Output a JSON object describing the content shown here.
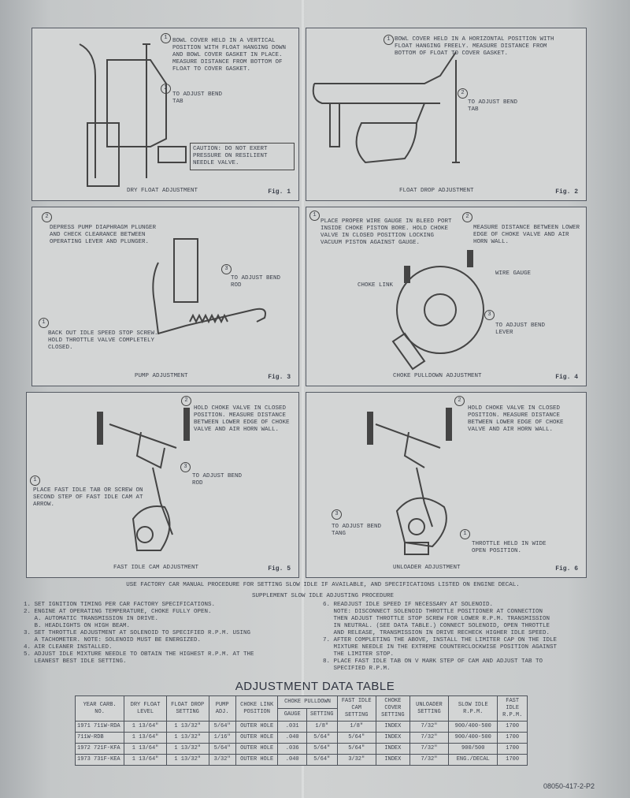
{
  "figures": [
    {
      "fig": "Fig. 1",
      "caption": "DRY FLOAT ADJUSTMENT",
      "notes": [
        {
          "n": "1",
          "text": "BOWL COVER HELD IN A VERTICAL POSITION WITH FLOAT HANGING DOWN AND BOWL COVER GASKET IN PLACE. MEASURE DISTANCE FROM BOTTOM OF FLOAT TO COVER GASKET."
        },
        {
          "n": "2",
          "text": "TO ADJUST BEND TAB"
        }
      ],
      "caution": "CAUTION: DO NOT EXERT PRESSURE ON RESILIENT NEEDLE VALVE."
    },
    {
      "fig": "Fig. 2",
      "caption": "FLOAT DROP ADJUSTMENT",
      "notes": [
        {
          "n": "1",
          "text": "BOWL COVER HELD IN A HORIZONTAL POSITION WITH FLOAT HANGING FREELY. MEASURE DISTANCE FROM BOTTOM OF FLOAT TO COVER GASKET."
        },
        {
          "n": "2",
          "text": "TO ADJUST BEND TAB"
        }
      ]
    },
    {
      "fig": "Fig. 3",
      "caption": "PUMP ADJUSTMENT",
      "notes": [
        {
          "n": "2",
          "text": "DEPRESS PUMP DIAPHRAGM PLUNGER AND CHECK CLEARANCE BETWEEN OPERATING LEVER AND PLUNGER."
        },
        {
          "n": "3",
          "text": "TO ADJUST BEND ROD"
        },
        {
          "n": "1",
          "text": "BACK OUT IDLE SPEED STOP SCREW. HOLD THROTTLE VALVE COMPLETELY CLOSED."
        }
      ]
    },
    {
      "fig": "Fig. 4",
      "caption": "CHOKE PULLDOWN ADJUSTMENT",
      "notes": [
        {
          "n": "1",
          "text": "PLACE PROPER WIRE GAUGE IN BLEED PORT INSIDE CHOKE PISTON BORE. HOLD CHOKE VALVE IN CLOSED POSITION LOCKING VACUUM PISTON AGAINST GAUGE."
        },
        {
          "n": "2",
          "text": "MEASURE DISTANCE BETWEEN LOWER EDGE OF CHOKE VALVE AND AIR HORN WALL."
        },
        {
          "n": "3",
          "text": "TO ADJUST BEND LEVER"
        }
      ],
      "labels": [
        "CHOKE LINK",
        "WIRE GAUGE"
      ]
    },
    {
      "fig": "Fig. 5",
      "caption": "FAST IDLE CAM ADJUSTMENT",
      "notes": [
        {
          "n": "2",
          "text": "HOLD CHOKE VALVE IN CLOSED POSITION. MEASURE DISTANCE BETWEEN LOWER EDGE OF CHOKE VALVE AND AIR HORN WALL."
        },
        {
          "n": "3",
          "text": "TO ADJUST BEND ROD"
        },
        {
          "n": "1",
          "text": "PLACE FAST IDLE TAB OR SCREW ON SECOND STEP OF FAST IDLE CAM AT ARROW."
        }
      ]
    },
    {
      "fig": "Fig. 6",
      "caption": "UNLOADER ADJUSTMENT",
      "notes": [
        {
          "n": "2",
          "text": "HOLD CHOKE VALVE IN CLOSED POSITION. MEASURE DISTANCE BETWEEN LOWER EDGE OF CHOKE VALVE AND AIR HORN WALL."
        },
        {
          "n": "3",
          "text": "TO ADJUST BEND TANG"
        },
        {
          "n": "1",
          "text": "THROTTLE HELD IN WIDE OPEN POSITION."
        }
      ]
    }
  ],
  "intro": "USE FACTORY CAR MANUAL PROCEDURE FOR SETTING SLOW IDLE IF AVAILABLE, AND SPECIFICATIONS LISTED ON ENGINE DECAL.",
  "procedure_title": "SUPPLEMENT SLOW IDLE ADJUSTING PROCEDURE",
  "steps_left": "1. SET IGNITION TIMING PER CAR FACTORY SPECIFICATIONS.\n2. ENGINE AT OPERATING TEMPERATURE, CHOKE FULLY OPEN.\n   A. AUTOMATIC TRANSMISSION IN DRIVE.\n   B. HEADLIGHTS ON HIGH BEAM.\n3. SET THROTTLE ADJUSTMENT AT SOLENOID TO SPECIFIED R.P.M. USING\n   A TACHOMETER. NOTE: SOLENOID MUST BE ENERGIZED.\n4. AIR CLEANER INSTALLED.\n5. ADJUST IDLE MIXTURE NEEDLE TO OBTAIN THE HIGHEST R.P.M. AT THE\n   LEANEST BEST IDLE SETTING.",
  "steps_right": "6. READJUST IDLE SPEED IF NECESSARY AT SOLENOID.\n   NOTE: DISCONNECT SOLENOID THROTTLE POSITIONER AT CONNECTION\n   THEN ADJUST THROTTLE STOP SCREW FOR LOWER R.P.M. TRANSMISSION\n   IN NEUTRAL. (SEE DATA TABLE.) CONNECT SOLENOID, OPEN THROTTLE\n   AND RELEASE, TRANSMISSION IN DRIVE RECHECK HIGHER IDLE SPEED.\n7. AFTER COMPLETING THE ABOVE, INSTALL THE LIMITER CAP ON THE IDLE\n   MIXTURE NEEDLE IN THE EXTREME COUNTERCLOCKWISE POSITION AGAINST\n   THE LIMITER STOP.\n8. PLACE FAST IDLE TAB ON V MARK STEP OF CAM AND ADJUST TAB TO\n   SPECIFIED R.P.M.",
  "table": {
    "title": "ADJUSTMENT DATA TABLE",
    "headers": [
      "YEAR CARB. NO.",
      "DRY FLOAT LEVEL",
      "FLOAT DROP SETTING",
      "PUMP ADJ.",
      "CHOKE LINK POSITION",
      "CHOKE PULLDOWN",
      "FAST IDLE CAM SETTING",
      "CHOKE COVER SETTING",
      "UNLOADER SETTING",
      "SLOW IDLE R.P.M.",
      "FAST IDLE R.P.M."
    ],
    "subheaders": [
      "GAUGE",
      "SETTING"
    ],
    "rows": [
      [
        "1971 711W-RDA",
        "1 13/64\"",
        "1 13/32\"",
        "5/64\"",
        "OUTER HOLE",
        ".031",
        "1/8\"",
        "1/8\"",
        "INDEX",
        "7/32\"",
        "900/400-500",
        "1700"
      ],
      [
        "711W-RDB",
        "1 13/64\"",
        "1 13/32\"",
        "1/16\"",
        "OUTER HOLE",
        ".040",
        "5/64\"",
        "5/64\"",
        "INDEX",
        "7/32\"",
        "900/400-500",
        "1700"
      ],
      [
        "1972 721F-KFA",
        "1 13/64\"",
        "1 13/32\"",
        "5/64\"",
        "OUTER HOLE",
        ".036",
        "5/64\"",
        "5/64\"",
        "INDEX",
        "7/32\"",
        "900/500",
        "1700"
      ],
      [
        "1973 731F-KEA",
        "1 13/64\"",
        "1 13/32\"",
        "3/32\"",
        "OUTER HOLE",
        ".040",
        "5/64\"",
        "3/32\"",
        "INDEX",
        "7/32\"",
        "ENG./DECAL",
        "1700"
      ]
    ]
  },
  "part_number": "08050-417-2-P2"
}
